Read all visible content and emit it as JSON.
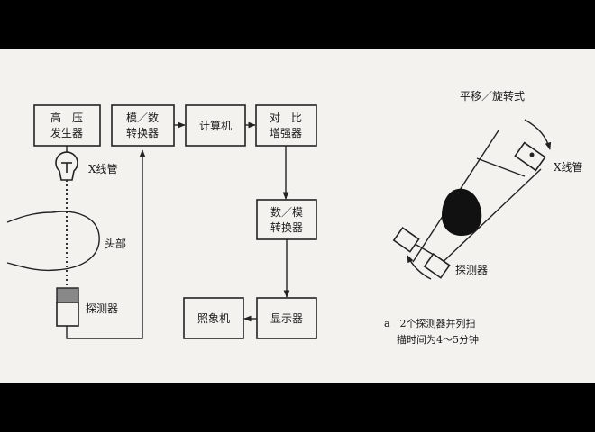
{
  "blocks": {
    "hv_gen": [
      "高　压",
      "发生器"
    ],
    "ad_conv": [
      "模／数",
      "转换器"
    ],
    "computer": "计算机",
    "enhancer": [
      "对　比",
      "增强器"
    ],
    "da_conv": [
      "数／模",
      "转换器"
    ],
    "camera": "照象机",
    "display": "显示器"
  },
  "labels": {
    "xray_tube_left": "X线管",
    "head": "头部",
    "detector_left": "探测器",
    "motion": "平移／旋转式",
    "xray_tube_right": "X线管",
    "detector_right": "探测器",
    "caption_1": "a　2个探测器并列扫",
    "caption_2": "描时间为4～5分钟"
  }
}
